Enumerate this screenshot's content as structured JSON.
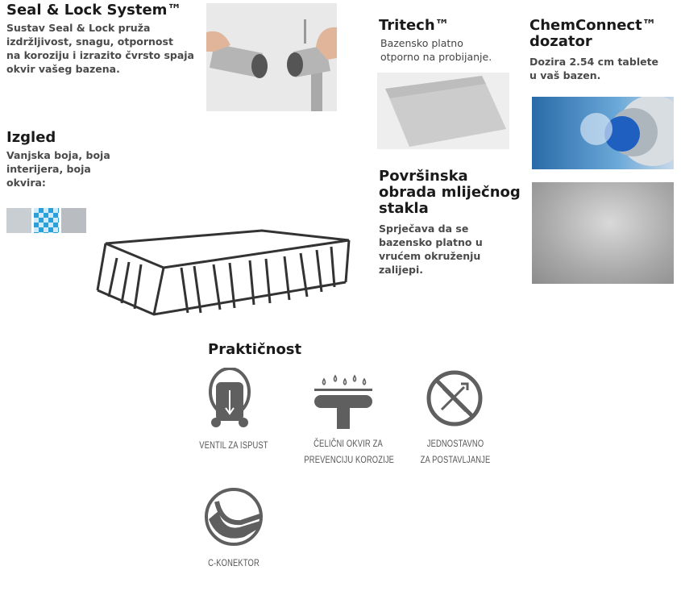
{
  "seal_lock": {
    "title": "Seal & Lock System™",
    "lines": [
      "Sustav Seal & Lock pruža",
      "izdržljivost, snagu, otpornost",
      "na koroziju i izrazito čvrsto spaja",
      "okvir vašeg bazena."
    ]
  },
  "tritech": {
    "title": "Tritech™",
    "lines": [
      "Bazensko platno",
      "otporno na probijanje."
    ]
  },
  "chemconnect": {
    "title_lines": [
      "ChemConnect™",
      "dozator"
    ],
    "lines": [
      "Dozira 2.54 cm tablete",
      "u vaš bazen."
    ]
  },
  "izgled": {
    "title": "Izgled",
    "lines": [
      "Vanjska boja, boja",
      "interijera, boja",
      "okvira:"
    ],
    "swatches": [
      "#c9ced3",
      "#2a9fd8",
      "#b9bdc1"
    ]
  },
  "povrsinska": {
    "title_lines": [
      "Površinska",
      "obrada mliječnog",
      "stakla"
    ],
    "lines": [
      "Sprječava da se",
      "bazensko platno u",
      "vrućem okruženju",
      "zalijepi."
    ]
  },
  "prakticnost": {
    "title": "Praktičnost",
    "features": [
      {
        "icon": "drain-valve-icon",
        "lines": [
          "VENTIL ZA ISPUST"
        ]
      },
      {
        "icon": "steel-frame-icon",
        "lines": [
          "ČELIČNI OKVIR ZA",
          "PREVENCIJU KOROZIJE"
        ]
      },
      {
        "icon": "no-tools-icon",
        "lines": [
          "JEDNOSTAVNO",
          "ZA POSTAVLJANJE"
        ]
      },
      {
        "icon": "c-connector-icon",
        "lines": [
          "C-KONEKTOR"
        ]
      }
    ]
  },
  "colors": {
    "icon": "#5f5f5f",
    "text": "#4a4a4a"
  }
}
